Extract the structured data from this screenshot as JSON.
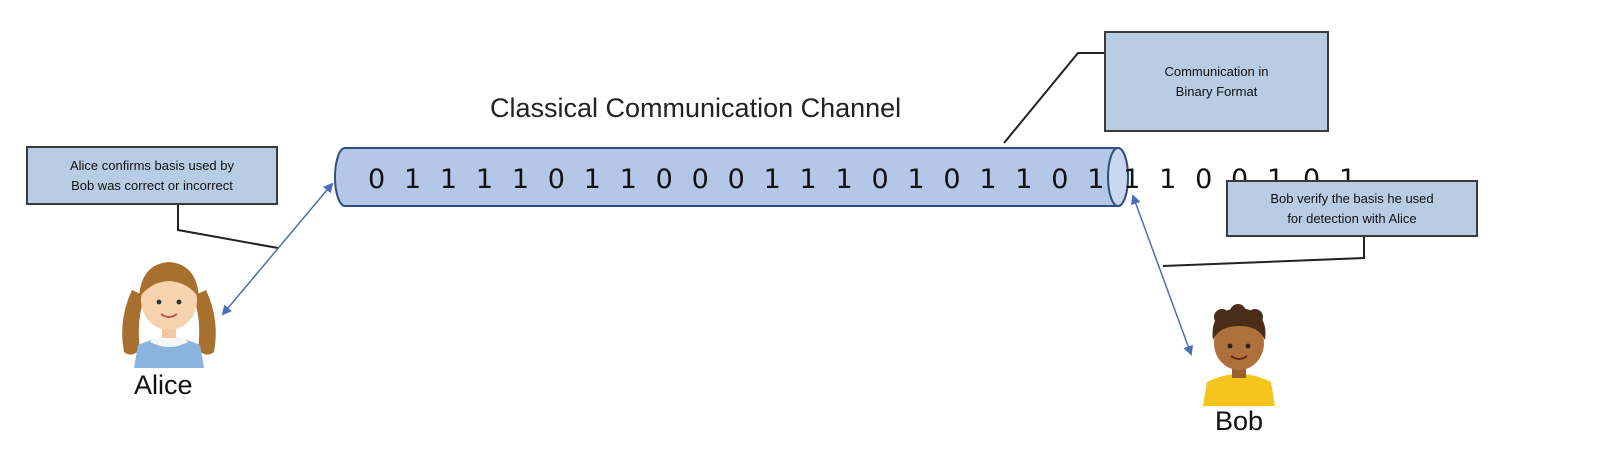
{
  "channel": {
    "title": "Classical Communication Channel",
    "bits": "0 1 1 1 1 0 1 1 0 0 0 1 1 1 0 1 0 1 1 0 1 1 1 0 0 1 0 1"
  },
  "callouts": {
    "binary_format": [
      "Communication in",
      "Binary Format"
    ],
    "alice_confirms": [
      "Alice confirms basis used by",
      "Bob was correct or incorrect"
    ],
    "bob_verify": [
      "Bob verify the basis he used",
      "for detection with Alice"
    ]
  },
  "people": {
    "alice": "Alice",
    "bob": "Bob"
  },
  "colors": {
    "callout_fill": "#b8cce4",
    "channel_fill": "#b4c7e7",
    "arrow": "#4a6fb5",
    "leader_line": "#222222"
  }
}
